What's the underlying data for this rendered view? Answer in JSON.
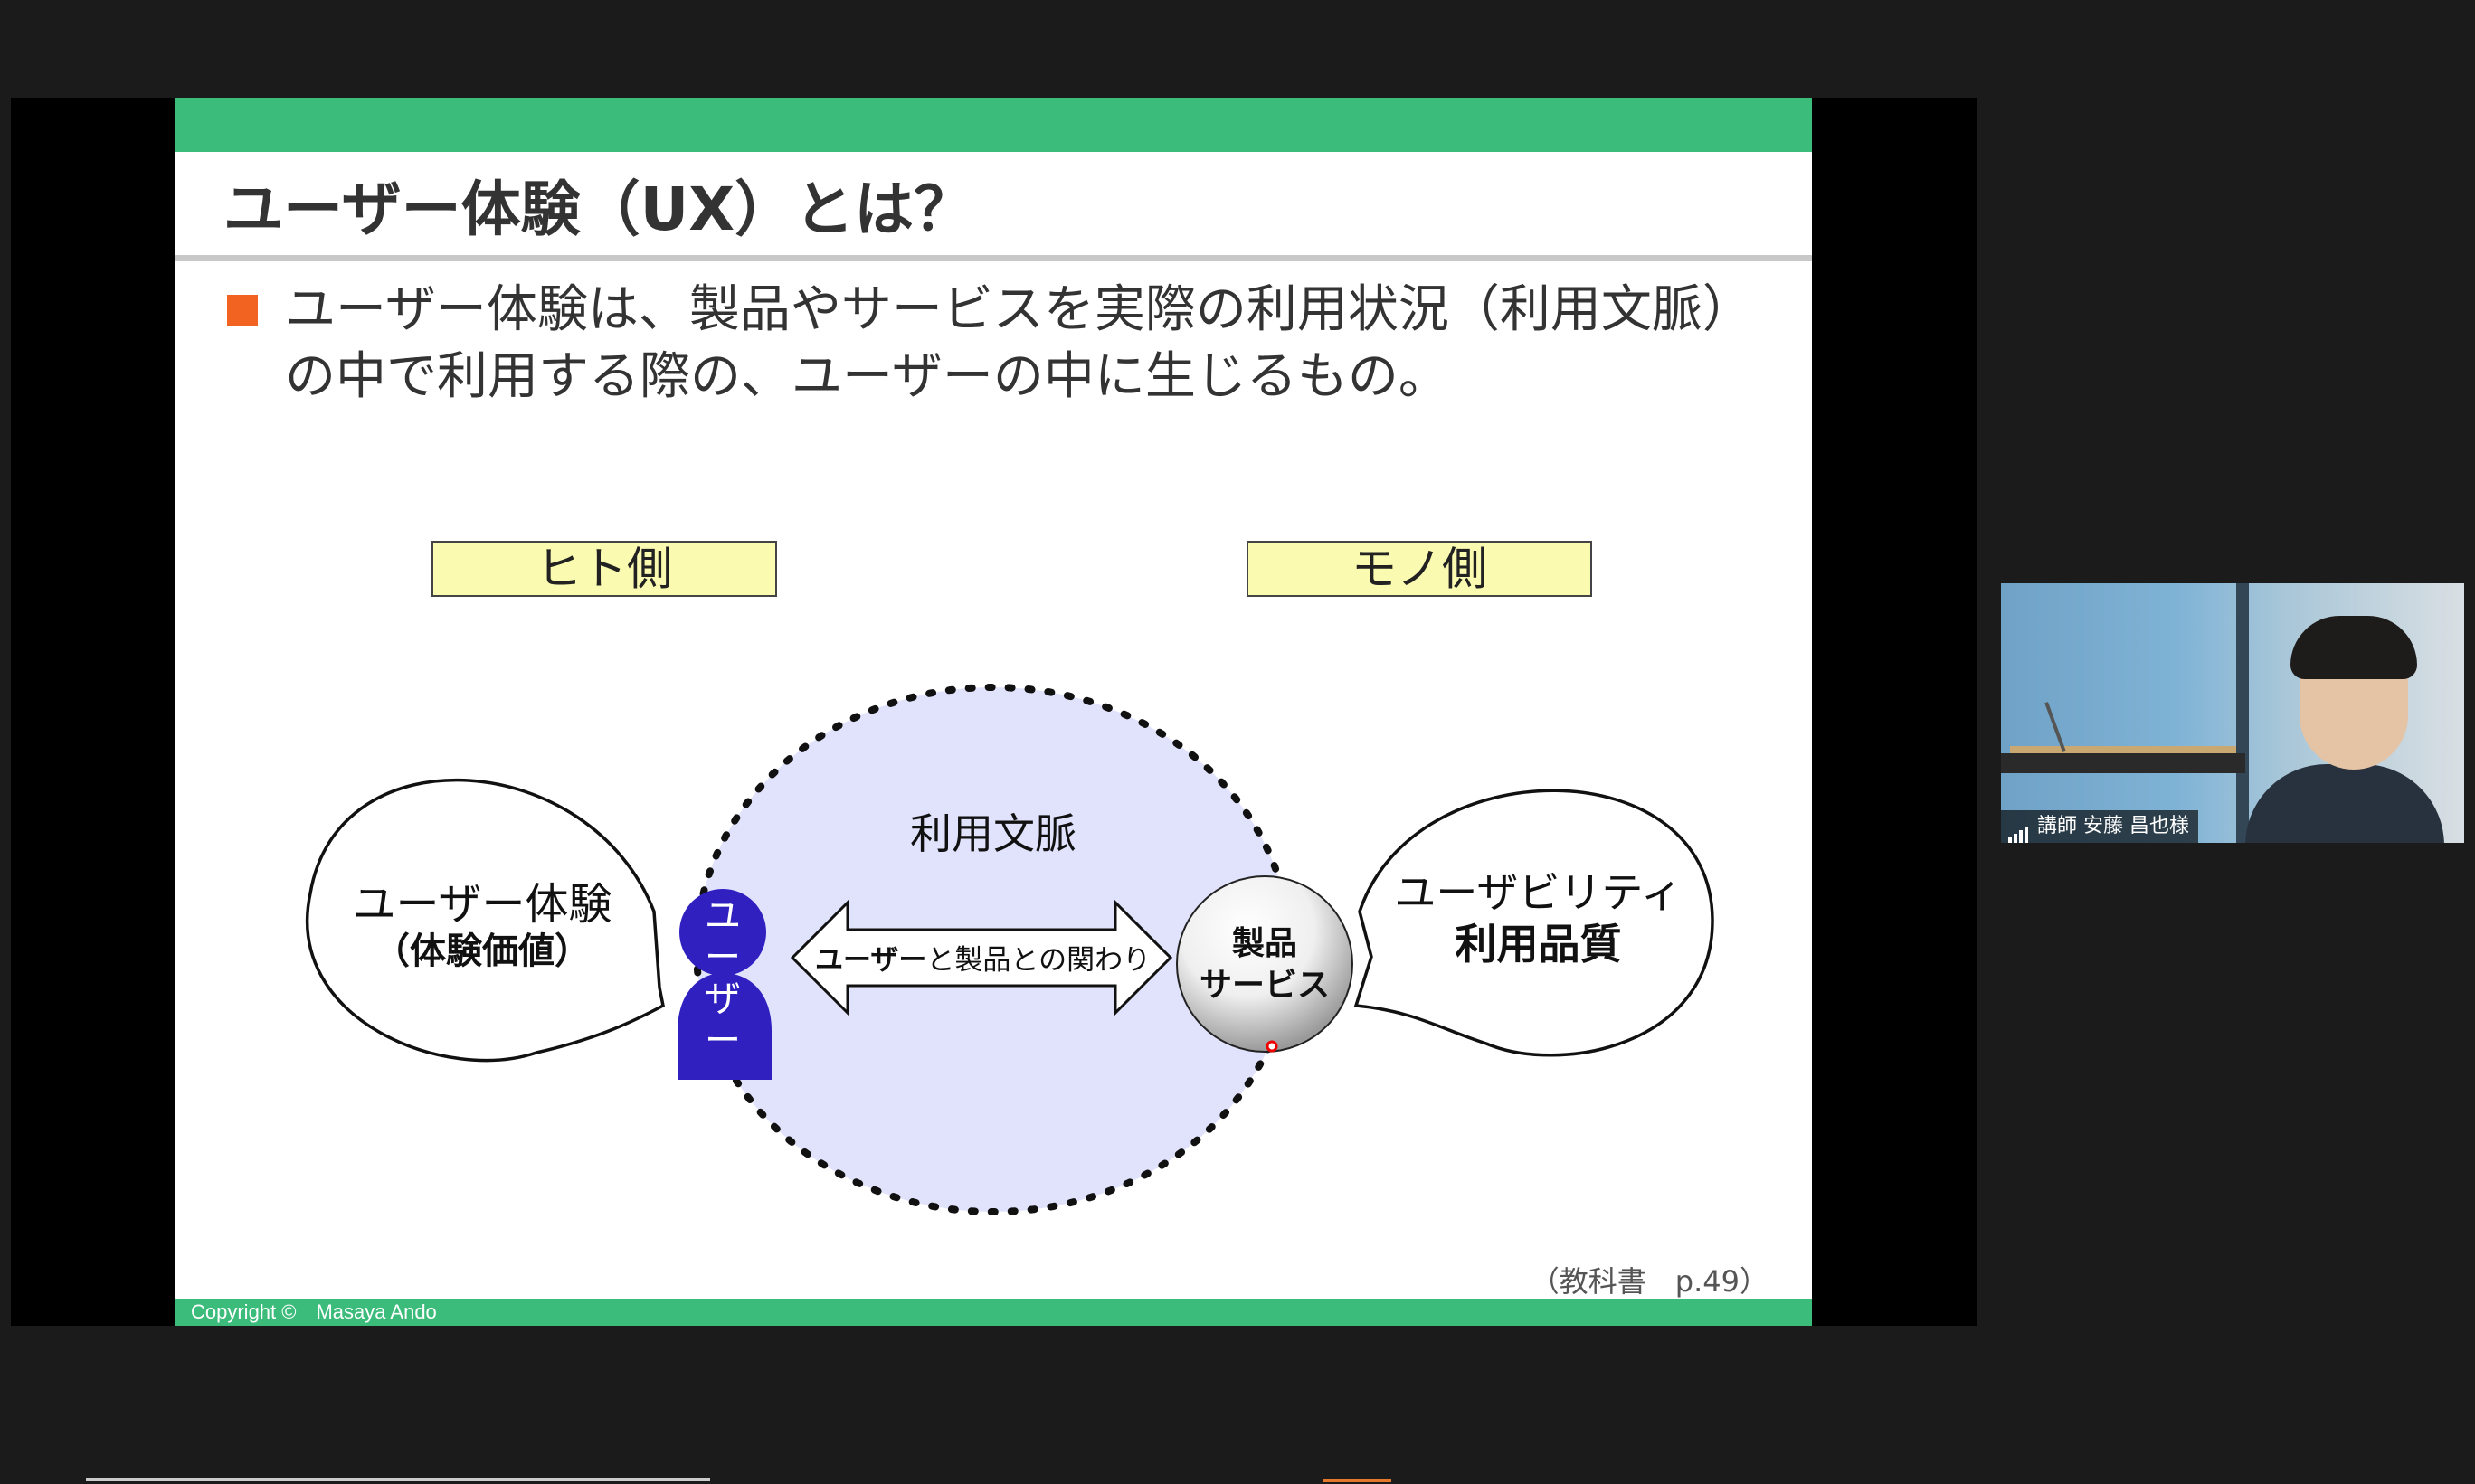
{
  "slide": {
    "title": "ユーザー体験（UX）とは？",
    "bullet": "ユーザー体験は、製品やサービスを実際の利用状況（利用文脈）の中で利用する際の、ユーザーの中に生じるもの。",
    "label_left": "ヒト側",
    "label_right": "モノ側",
    "context_label": "利用文脈",
    "left_bubble_line1": "ユーザー体験",
    "left_bubble_line2": "（体験価値）",
    "user_figure_label": "ユーザー",
    "arrow_label_bold": "ユーザー",
    "arrow_label_rest": "と製品との関わり",
    "product_line1": "製品",
    "product_line2": "サービス",
    "right_bubble_line1": "ユーザビリティ",
    "right_bubble_line2": "利用品質",
    "source": "（教科書　p.49）",
    "copyright": "Copyright ©　Masaya Ando"
  },
  "video": {
    "participant_name": "講師 安藤 昌也様"
  },
  "colors": {
    "green_bar": "#3bbc7a",
    "bullet_square": "#f26322",
    "label_fill": "#fafab0",
    "context_fill": "#e0e3fb",
    "user_figure": "#3020c0"
  }
}
